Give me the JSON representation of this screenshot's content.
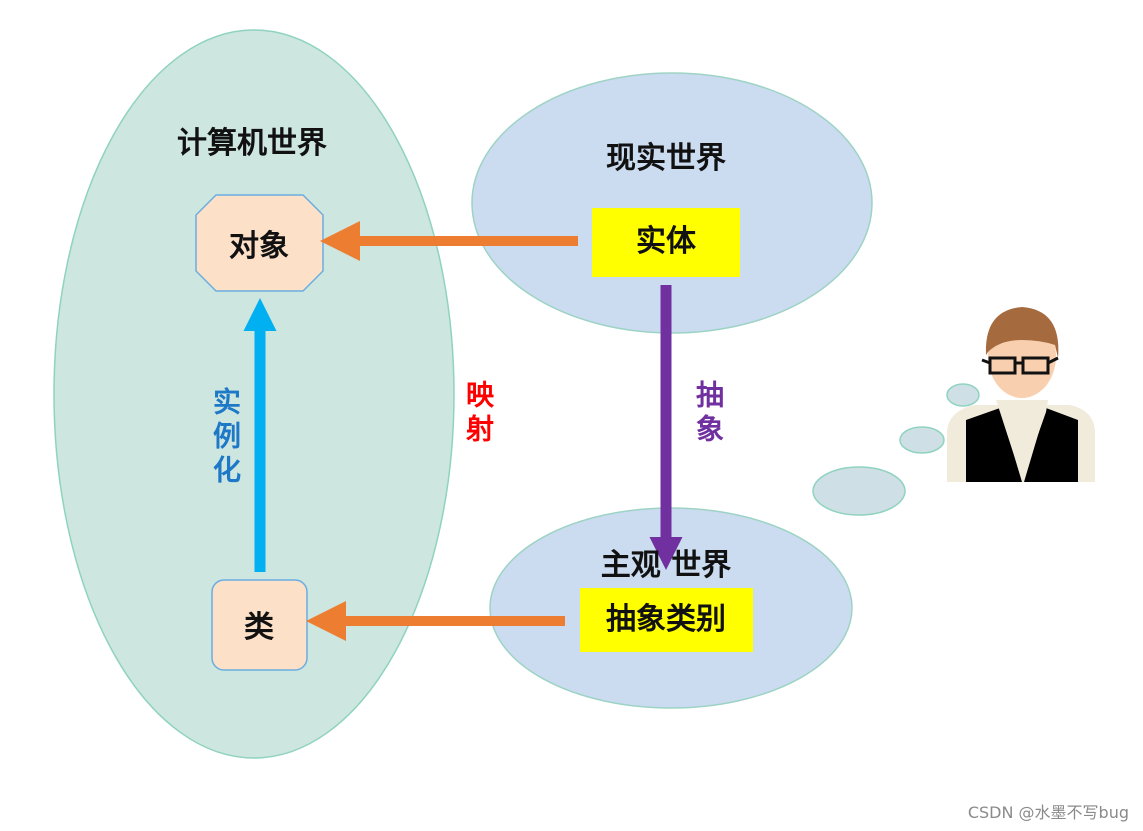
{
  "computer_world": {
    "title": "计算机世界",
    "object_label": "对象",
    "class_label": "类",
    "instantiate_label": "实例化"
  },
  "mapping_label": "映射",
  "real_world": {
    "title": "现实世界",
    "entity_label": "实体"
  },
  "abstraction_label": "抽象",
  "subjective_world": {
    "title": "主观 世界",
    "abstract_class_label": "抽象类别"
  },
  "watermark": "CSDN @水墨不写bug",
  "colors": {
    "left_ellipse": "#cde6df",
    "right_ellipse": "#ccdcf0",
    "orange_arrow": "#ed7d31",
    "blue_arrow": "#00b0f0",
    "purple_arrow": "#7030a0",
    "yellow_box": "#ffff00",
    "node_fill": "#fde0c8"
  }
}
